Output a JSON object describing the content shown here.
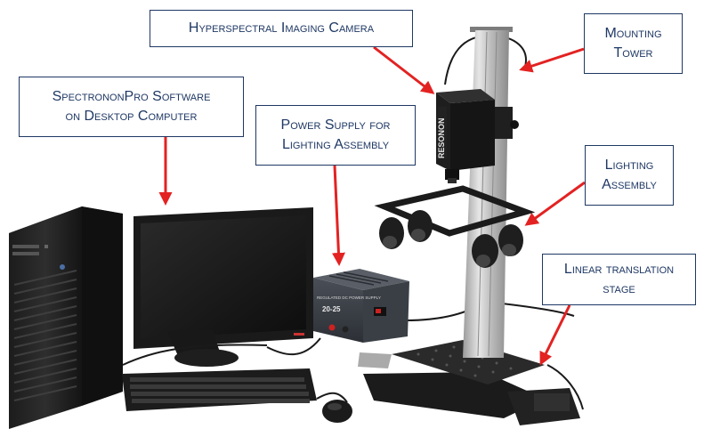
{
  "callouts": {
    "camera": {
      "lines": [
        "Hyperspectral Imaging Camera"
      ]
    },
    "tower": {
      "lines": [
        "Mounting",
        "Tower"
      ]
    },
    "software": {
      "lines": [
        "SpectrononPro Software",
        "on Desktop Computer"
      ]
    },
    "power": {
      "lines": [
        "Power Supply for",
        "Lighting Assembly"
      ]
    },
    "lighting": {
      "lines": [
        "Lighting",
        "Assembly"
      ]
    },
    "stage": {
      "lines": [
        "Linear translation",
        "stage"
      ]
    }
  },
  "device_text": {
    "camera_brand": "RESONON",
    "power_supply_model": "20-25",
    "power_supply_label": "REGULATED DC POWER SUPPLY"
  },
  "colors": {
    "callout_text": "#1f3864",
    "callout_border": "#1f3864",
    "arrow": "#e32222"
  }
}
